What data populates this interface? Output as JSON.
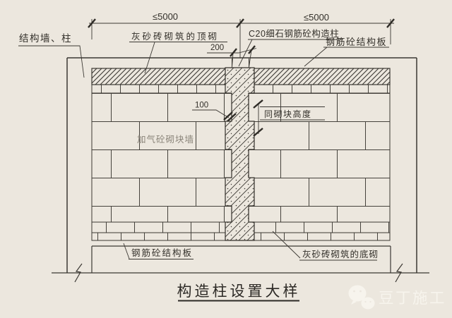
{
  "drawing": {
    "title": "构造柱设置大样",
    "dimensions": {
      "span_left": "≤5000",
      "span_right": "≤5000",
      "column_width": "200",
      "tooth_depth": "100",
      "tooth_height_note": "同砌块高度"
    },
    "labels": {
      "structure_wall_column": "结构墙、柱",
      "top_masonry": "灰砂砖砌筑的顶砌",
      "constructional_column": "C20细石钢筋砼构造柱",
      "slab_top_right": "钢筋砼结构板",
      "block_wall": "加气砼砌块墙",
      "slab_bottom_left": "钢筋砼结构板",
      "bottom_masonry": "灰砂砖砌筑的底砌"
    },
    "watermark": {
      "text": "豆丁施工",
      "icon": "wechat-bubbles-icon"
    },
    "colors": {
      "background": "#ece7de",
      "line": "#3b3833",
      "faint_label": "#8a8479",
      "watermark": "#f8f5ee",
      "title": "#2c2925"
    }
  }
}
